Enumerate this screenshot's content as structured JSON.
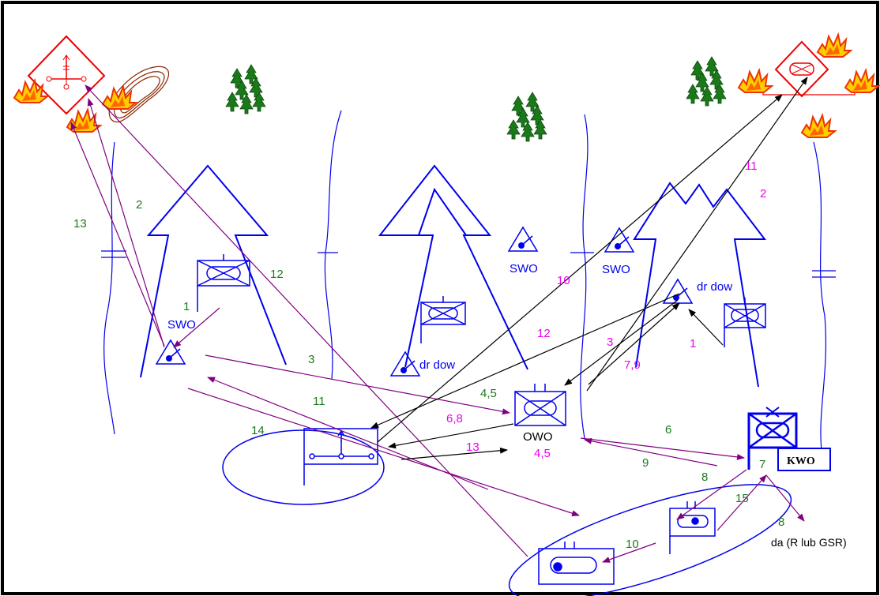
{
  "colors": {
    "blue": "#0000ee",
    "red": "#ee0000",
    "purple": "#800080",
    "green": "#1e7b1e",
    "magenta": "#ee00ee",
    "black": "#000000"
  },
  "labels": {
    "swo_left": "SWO",
    "swo_mid": "SWO",
    "swo_right": "SWO",
    "dr_dow_mid": "dr dow",
    "dr_dow_right": "dr dow",
    "owo": "OWO",
    "kwo": "KWO",
    "da": "da (R lub GSR)"
  },
  "step_numbers": {
    "g13": "13",
    "g2": "2",
    "g12": "12",
    "g1": "1",
    "g3": "3",
    "g11": "11",
    "g14": "14",
    "g45": "4,5",
    "g6": "6",
    "g9": "9",
    "g7": "7",
    "g8a": "8",
    "g15": "15",
    "g8b": "8",
    "g10": "10",
    "m11": "11",
    "m2": "2",
    "m10": "10",
    "m12": "12",
    "m3": "3",
    "m79": "7,9",
    "m1": "1",
    "m68": "6,8",
    "m13": "13",
    "m45": "4,5"
  },
  "icons": [
    "tree-cluster-icon",
    "explosion-icon",
    "target-diamond-icon",
    "unit-symbol-icon",
    "observation-post-icon",
    "axis-arrow-icon"
  ]
}
